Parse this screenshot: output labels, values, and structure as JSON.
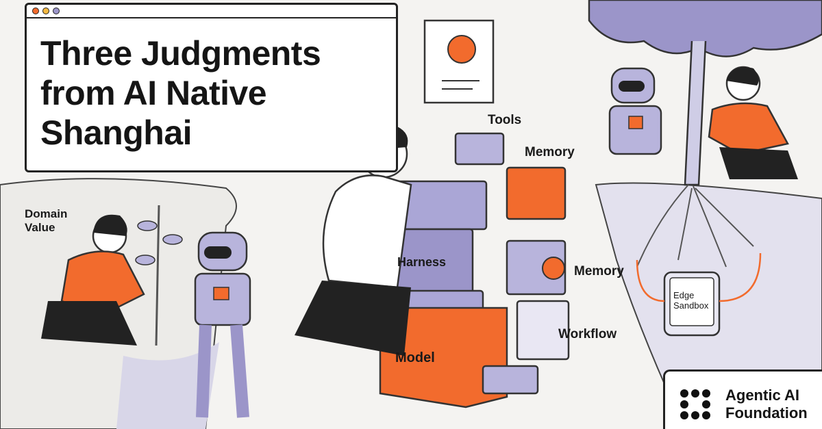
{
  "title": "Three Judgments from AI Native Shanghai",
  "labels": {
    "domain_value": "Domain\nValue",
    "tools": "Tools",
    "memory_top": "Memory",
    "memory_mid": "Memory",
    "harness": "Harness",
    "workflow": "Workflow",
    "model": "Model",
    "edge_sandbox": "Edge\nSandbox"
  },
  "logo": {
    "name": "Agentic AI Foundation"
  },
  "colors": {
    "accent": "#f26b2d",
    "lavender": "#9b95c9",
    "ink": "#222222"
  }
}
